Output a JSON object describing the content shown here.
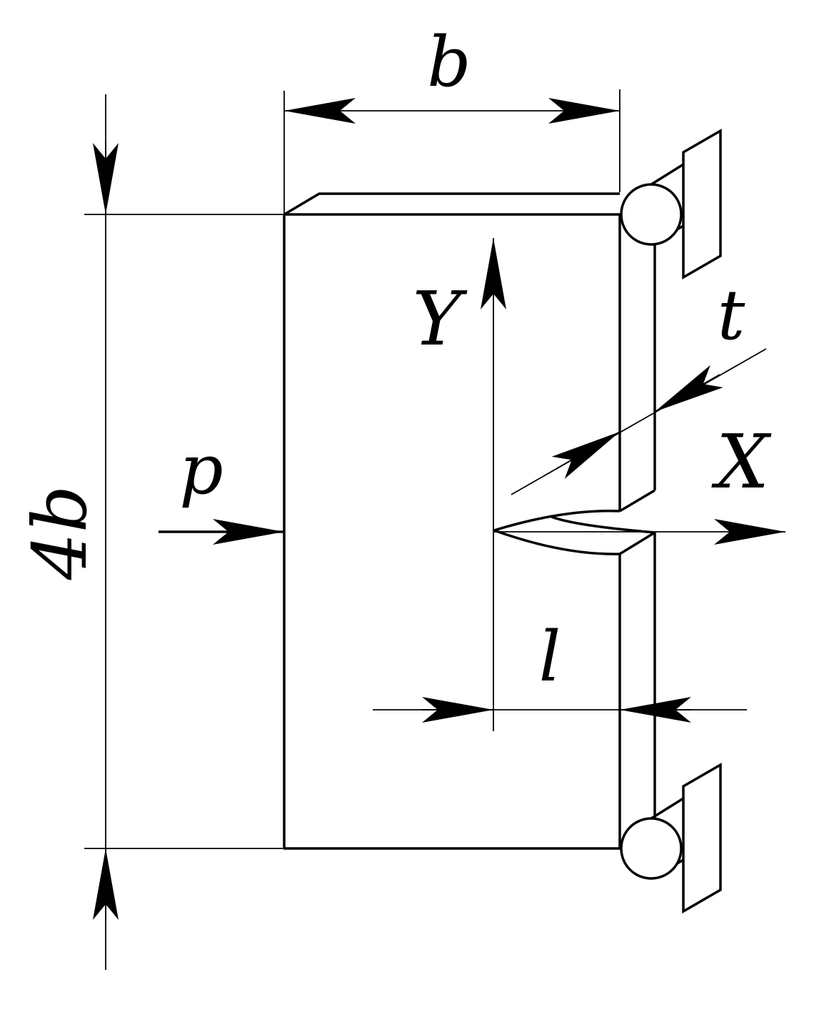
{
  "labels": {
    "width": "b",
    "height": "4b",
    "load": "p",
    "y_axis": "Y",
    "x_axis": "X",
    "thickness": "t",
    "crack_length": "l"
  },
  "colors": {
    "stroke": "#000000",
    "background": "#ffffff"
  }
}
